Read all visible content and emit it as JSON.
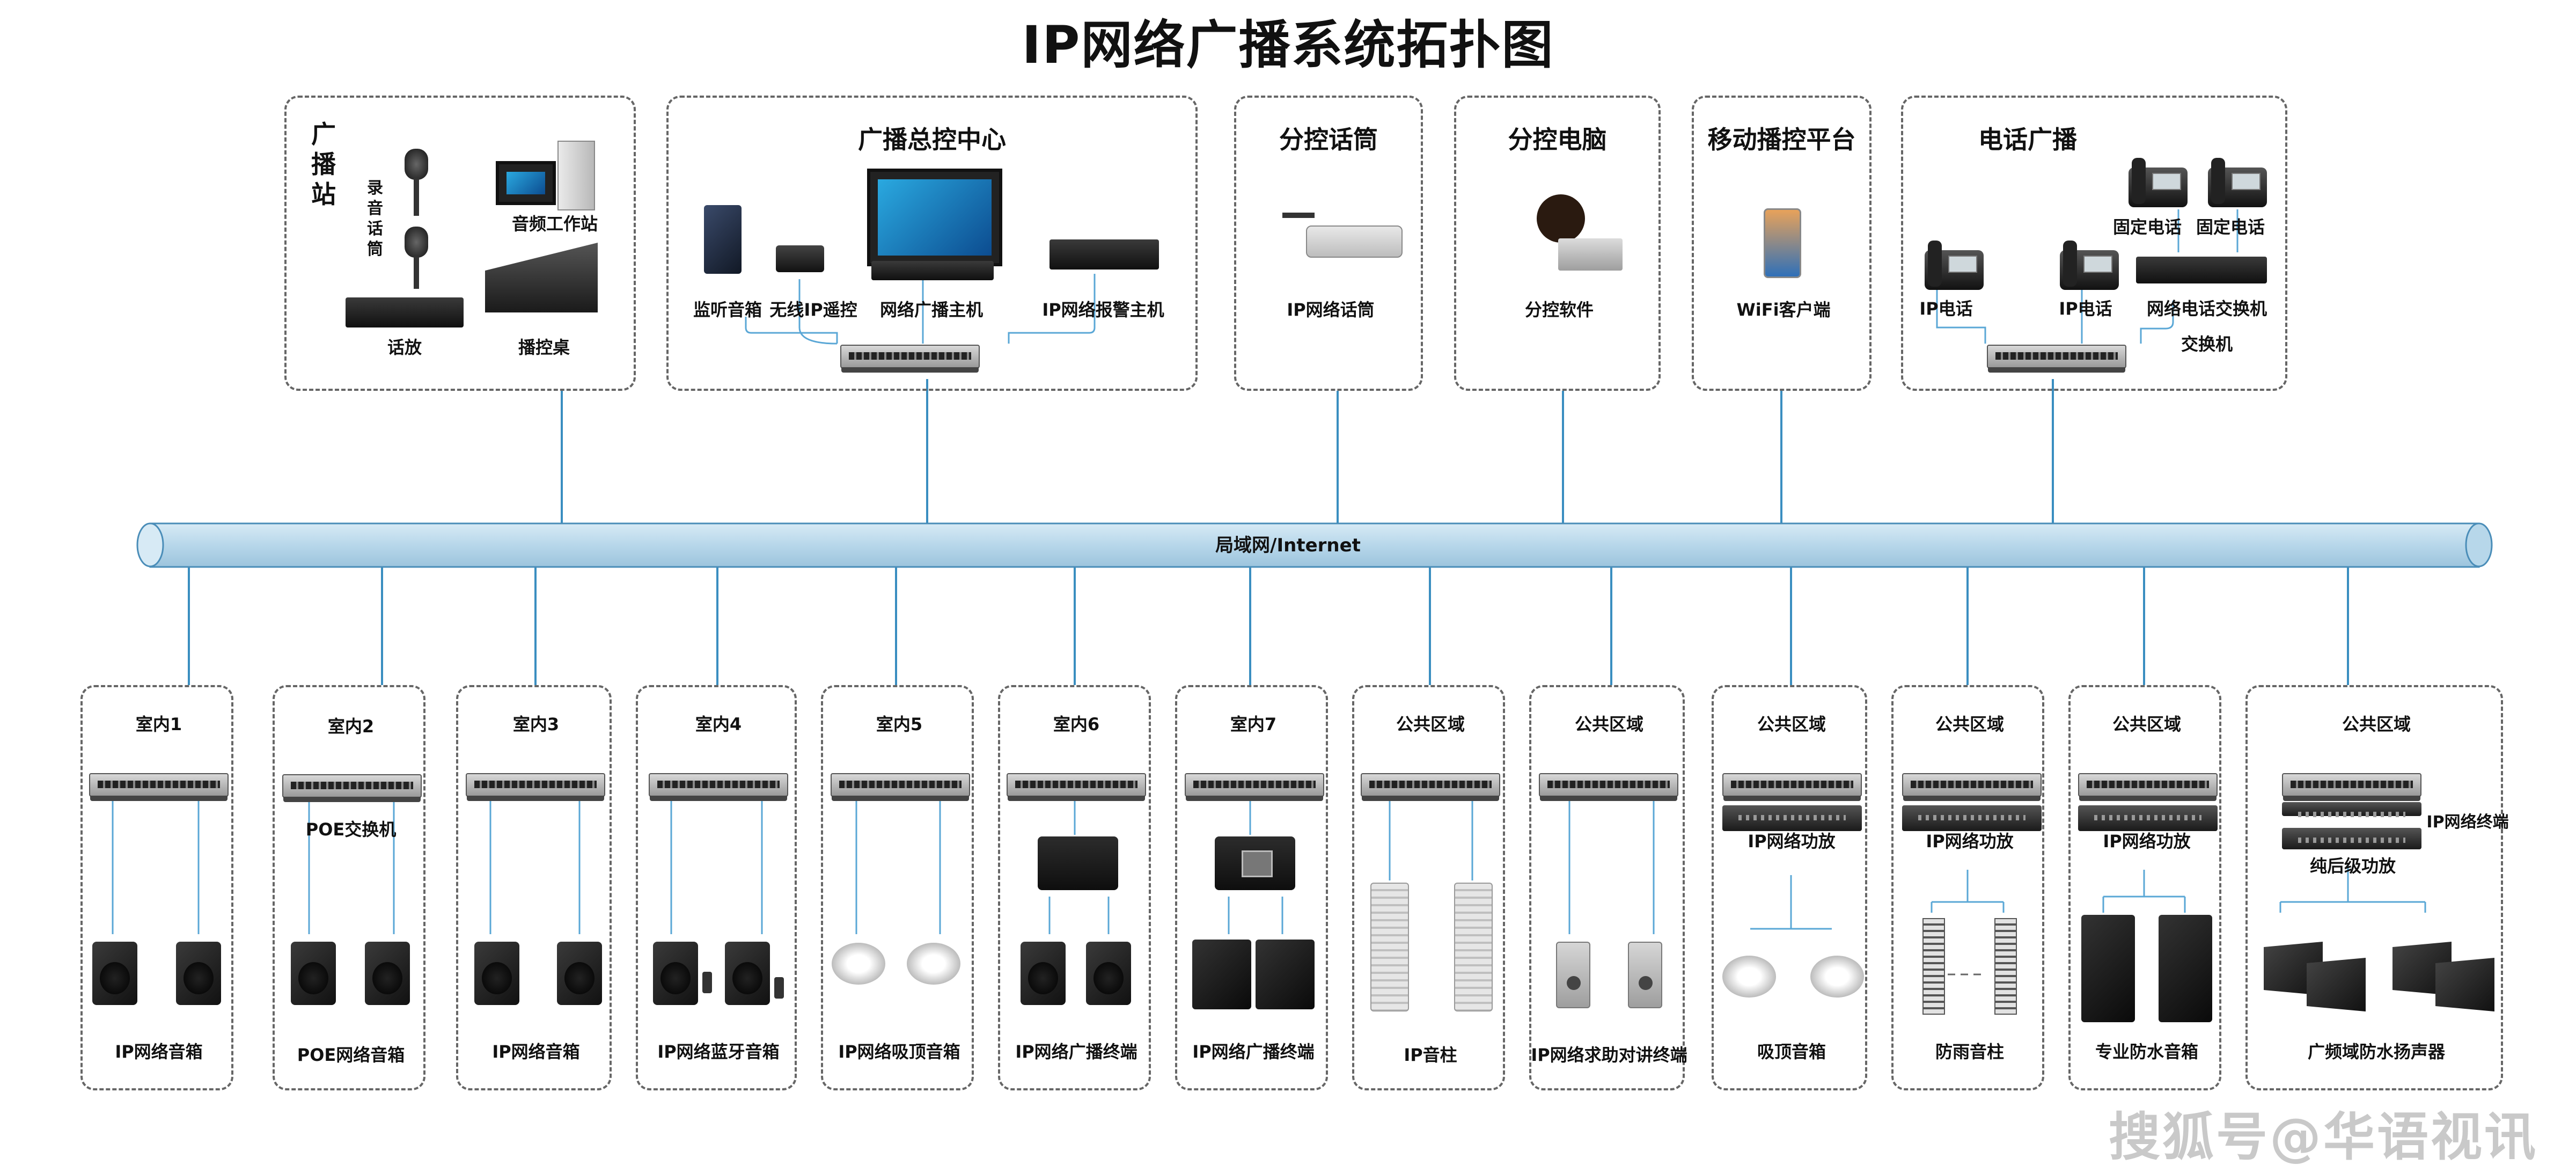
{
  "title": "IP网络广播系统拓扑图",
  "bus_label": "局域网/Internet",
  "watermark": "搜狐号@华语视讯",
  "top_groups": {
    "station": {
      "title_chars": [
        "广",
        "播",
        "站"
      ],
      "mic_label_chars": [
        "录",
        "音",
        "话",
        "筒"
      ],
      "labels": {
        "workstation": "音频工作站",
        "talkback": "话放",
        "console": "播控桌"
      }
    },
    "center": {
      "title": "广播总控中心",
      "labels": {
        "monitor_speaker": "监听音箱",
        "wireless_remote": "无线IP遥控",
        "host": "网络广播主机",
        "alarm_host": "IP网络报警主机"
      }
    },
    "sub_mic": {
      "title": "分控话筒",
      "label": "IP网络话筒"
    },
    "sub_pc": {
      "title": "分控电脑",
      "label": "分控软件"
    },
    "mobile": {
      "title": "移动播控平台",
      "label": "WiFi客户端"
    },
    "phone": {
      "title": "电话广播",
      "labels": {
        "fixed_phone_1": "固定电话",
        "fixed_phone_2": "固定电话",
        "ip_phone_1": "IP电话",
        "ip_phone_2": "IP电话",
        "gateway": "网络电话交换机",
        "switch": "交换机"
      }
    }
  },
  "bottom_groups": [
    {
      "title": "室内1",
      "caption": "IP网络音箱"
    },
    {
      "title": "室内2",
      "caption": "POE网络音箱",
      "extra": "POE交换机"
    },
    {
      "title": "室内3",
      "caption": "IP网络音箱"
    },
    {
      "title": "室内4",
      "caption": "IP网络蓝牙音箱"
    },
    {
      "title": "室内5",
      "caption": "IP网络吸顶音箱"
    },
    {
      "title": "室内6",
      "caption": "IP网络广播终端"
    },
    {
      "title": "室内7",
      "caption": "IP网络广播终端"
    },
    {
      "title": "公共区域",
      "caption": "IP音柱"
    },
    {
      "title": "公共区域",
      "caption": "IP网络求助对讲终端"
    },
    {
      "title": "公共区域",
      "caption": "吸顶音箱",
      "extra": "IP网络功放"
    },
    {
      "title": "公共区域",
      "caption": "防雨音柱",
      "extra": "IP网络功放"
    },
    {
      "title": "公共区域",
      "caption": "专业防水音箱",
      "extra": "IP网络功放"
    },
    {
      "title": "公共区域",
      "caption": "广频域防水扬声器",
      "extra": "纯后级功放",
      "extra2": "IP网络终端"
    }
  ],
  "colors": {
    "bus_fill": "#b7d7ea",
    "bus_stroke": "#4a8db8",
    "line": "#3a8ec0",
    "device_line": "#5aa7d6"
  }
}
